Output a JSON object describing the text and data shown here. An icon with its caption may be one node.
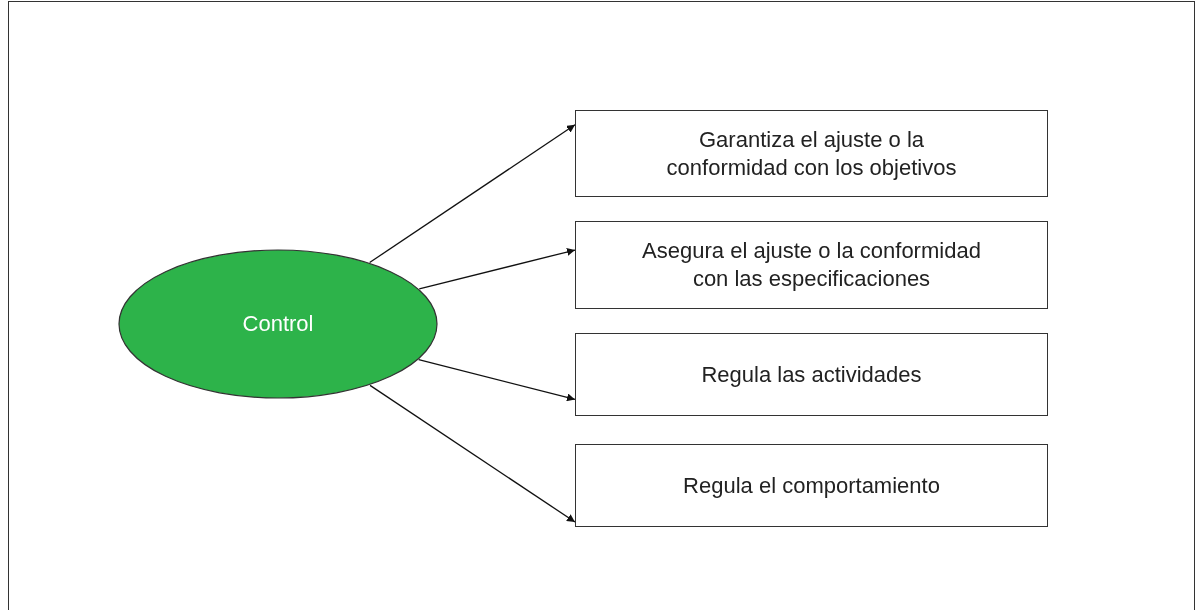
{
  "diagram": {
    "nodes": [
      {
        "text": [
          "Control"
        ]
      },
      {
        "text": [
          "Garantiza el ajuste o la conformidad con los objetivos"
        ]
      },
      {
        "text": [
          "Asegura el ajuste o la conformidad con las especificaciones"
        ]
      },
      {
        "text": [
          "Regula las actividades"
        ]
      },
      {
        "text": [
          "Regula el comportamiento"
        ]
      }
    ],
    "edges": [
      {
        "from": 0,
        "to": 1,
        "arrow": "to"
      },
      {
        "from": 0,
        "to": 2,
        "arrow": "to"
      },
      {
        "from": 0,
        "to": 3,
        "arrow": "to"
      },
      {
        "from": 0,
        "to": 4,
        "arrow": "to"
      }
    ]
  }
}
